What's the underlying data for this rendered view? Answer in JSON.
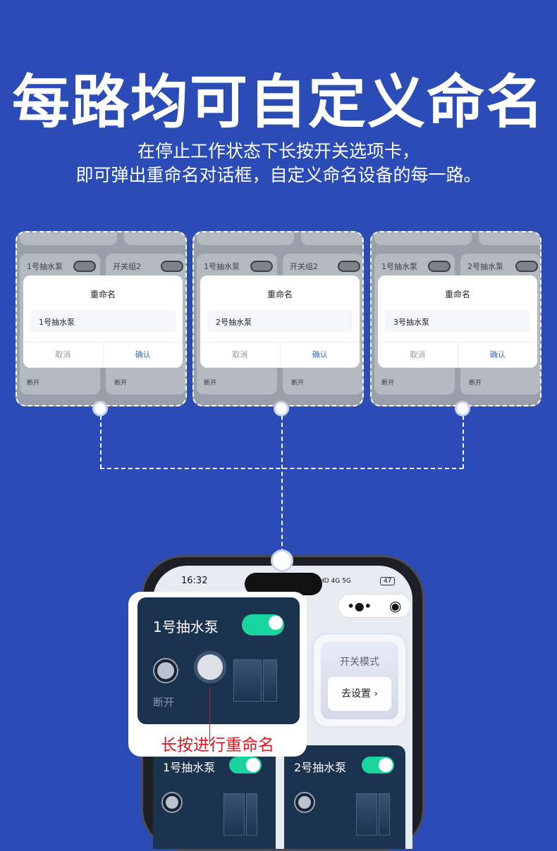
{
  "headline": "每路均可自定义命名",
  "subtitle": [
    "在停止工作状态下长按开关选项卡，",
    "即可弹出重命名对话框，自定义命名设备的每一路。"
  ],
  "panels": [
    {
      "bg_left": "1号抽水泵",
      "bg_right": "开关组2",
      "dialog_title": "重命名",
      "input_value": "1号抽水泵",
      "cancel": "取消",
      "confirm": "确认",
      "status": "断开"
    },
    {
      "bg_left": "1号抽水泵",
      "bg_right": "开关组2",
      "dialog_title": "重命名",
      "input_value": "2号抽水泵",
      "cancel": "取消",
      "confirm": "确认",
      "status": "断开"
    },
    {
      "bg_left": "1号抽水泵",
      "bg_right": "2号抽水泵",
      "dialog_title": "重命名",
      "input_value": "3号抽水泵",
      "cancel": "取消",
      "confirm": "确认",
      "status": "断开"
    }
  ],
  "phone": {
    "time": "16:32",
    "battery": "47",
    "network": "HD 4G 5G",
    "mode_label": "开关模式",
    "mode_button": "去设置",
    "popup": {
      "name": "1号抽水泵",
      "status": "断开",
      "hint": "长按进行重命名"
    },
    "cards": [
      {
        "name": "1号抽水泵"
      },
      {
        "name": "2号抽水泵"
      }
    ]
  },
  "colors": {
    "background": "#2b4bb6",
    "toggle_on": "#19d49e",
    "card": "#1c3350",
    "hint": "#e0141e",
    "link": "#3a6fc4"
  }
}
